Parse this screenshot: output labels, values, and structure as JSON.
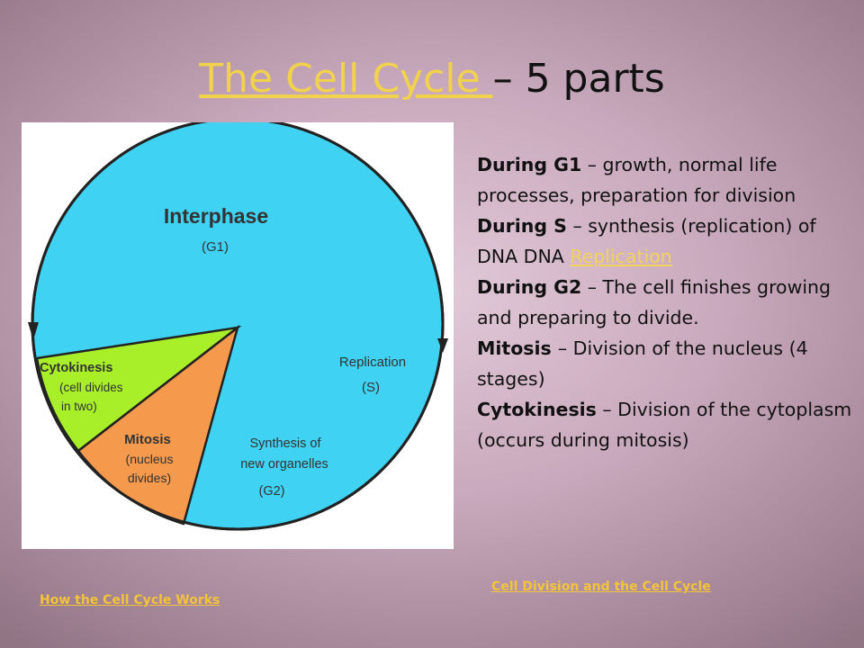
{
  "title": {
    "link_text": "The Cell Cycle ",
    "rest": "– 5 parts"
  },
  "diagram": {
    "interphase": "Interphase",
    "g1": "(G1)",
    "replication": "Replication",
    "s": "(S)",
    "synthesis_line1": "Synthesis of",
    "synthesis_line2": "new organelles",
    "g2": "(G2)",
    "mitosis": "Mitosis",
    "mitosis_line2": "(nucleus",
    "mitosis_line3": "divides)",
    "cytokinesis": "Cytokinesis",
    "cytokinesis_line2": "(cell divides",
    "cytokinesis_line3": "in two)",
    "colors": {
      "interphase": "#3fd2f2",
      "mitosis": "#f59a4c",
      "cytokinesis": "#a8ef2a"
    }
  },
  "notes": {
    "g1": {
      "term": "During G1",
      "text": " – growth, normal life processes, preparation for division"
    },
    "s": {
      "term": "During S",
      "text": " – synthesis (replication) of DNA DNA ",
      "link": "Replication"
    },
    "g2": {
      "term": "During G2",
      "text": " – The cell finishes growing and preparing to divide."
    },
    "mitosis": {
      "term": "Mitosis ",
      "text": " – Division of the nucleus (4 stages)"
    },
    "cytokinesis": {
      "term": "Cytokinesis",
      "text": " – Division of the cytoplasm (occurs during mitosis)"
    }
  },
  "links": {
    "how_it_works": "How the Cell Cycle Works",
    "cell_division": "Cell Division and the Cell Cycle"
  }
}
